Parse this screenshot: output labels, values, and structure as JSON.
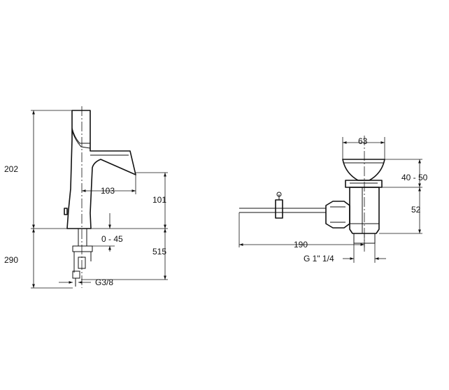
{
  "colors": {
    "line": "#111111",
    "background": "#ffffff"
  },
  "faucet": {
    "dims": {
      "total_height": "202",
      "spout_reach": "103",
      "spout_height": "101",
      "rod_range": "0 - 45",
      "under_height": "290",
      "pull_length": "515",
      "thread": "G3/8"
    }
  },
  "waste": {
    "dims": {
      "head_diameter": "63",
      "adjust_range": "40 - 50",
      "body_height": "52",
      "rod_length": "190",
      "thread": "G 1\" 1/4"
    }
  }
}
